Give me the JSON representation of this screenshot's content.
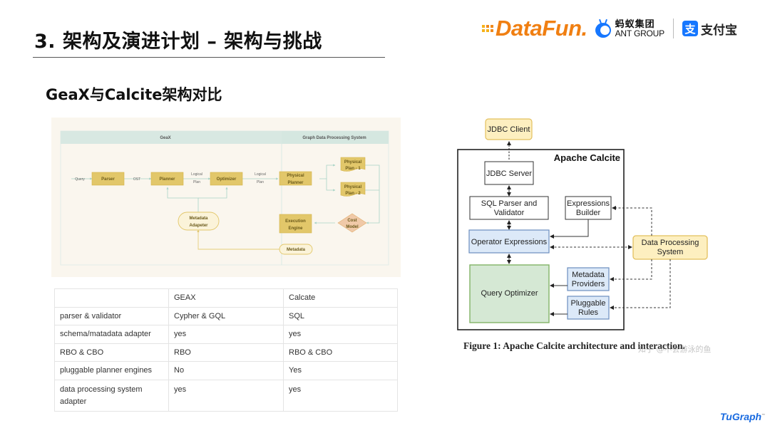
{
  "slide": {
    "title": "3. 架构及演进计划 – 架构与挑战",
    "subtitle": "GeaX与Calcite架构对比"
  },
  "logos": {
    "datafun": "DataFun.",
    "ant_cn": "蚂蚁集团",
    "ant_en": "ANT GROUP",
    "alipay_icon": "支",
    "alipay_text": "支付宝",
    "tugraph": "TuGraph",
    "tugraph_tm": "™"
  },
  "geax_diagram": {
    "lanes": [
      "GeaX",
      "Graph Data Processing System"
    ],
    "nodes": {
      "parser": "Parser",
      "planner": "Planner",
      "optimizer": "Optimizer",
      "physical_planner_1": "Physical",
      "physical_planner_2": "Planner",
      "plan1_a": "Physical",
      "plan1_b": "Plan - 1",
      "plan2_a": "Physical",
      "plan2_b": "Plan - 2",
      "cost_a": "Cost",
      "cost_b": "Model",
      "exec_a": "Execution",
      "exec_b": "Engine",
      "meta_adapter_a": "Metadata",
      "meta_adapter_b": "Adapeter",
      "metadata": "Metadata"
    },
    "edges": {
      "query": "Query",
      "ost": "OST",
      "logical_a": "Logical",
      "logical_b": "Plan"
    },
    "colors": {
      "box_fill": "#e2c76a",
      "box_stroke": "#d4b24a",
      "lane_header": "#d8e8e2",
      "cost_fill": "#f0c9a8",
      "pill_fill": "#fbf3d9",
      "edge": "#b8ddd2",
      "meta_edge": "#e6cd7a"
    }
  },
  "comparison_table": {
    "header": [
      "",
      "GEAX",
      "Calcate"
    ],
    "rows": [
      [
        "parser & validator",
        "Cypher & GQL",
        "SQL"
      ],
      [
        "schema/matadata adapter",
        "yes",
        "yes"
      ],
      [
        "RBO & CBO",
        "RBO",
        "RBO & CBO"
      ],
      [
        "pluggable planner engines",
        "No",
        "Yes"
      ],
      [
        "data processing system adapter",
        "yes",
        "yes"
      ]
    ]
  },
  "calcite_diagram": {
    "container_title": "Apache Calcite",
    "nodes": {
      "jdbc_client": "JDBC Client",
      "jdbc_server": "JDBC Server",
      "sql_parser_a": "SQL Parser and",
      "sql_parser_b": "Validator",
      "expr_builder_a": "Expressions",
      "expr_builder_b": "Builder",
      "operator_expr": "Operator Expressions",
      "query_optimizer": "Query Optimizer",
      "metadata_a": "Metadata",
      "metadata_b": "Providers",
      "rules_a": "Pluggable",
      "rules_b": "Rules",
      "dps_a": "Data Processing",
      "dps_b": "System"
    },
    "caption": "Figure 1: Apache Calcite architecture and interaction.",
    "watermark": "知乎 @不会游泳的鱼",
    "colors": {
      "yellow_fill": "#fdefc0",
      "yellow_stroke": "#e3c05e",
      "blue_fill": "#dce9f8",
      "blue_stroke": "#6c8ebf",
      "green_fill": "#d5e8d4",
      "green_stroke": "#82b366"
    }
  }
}
